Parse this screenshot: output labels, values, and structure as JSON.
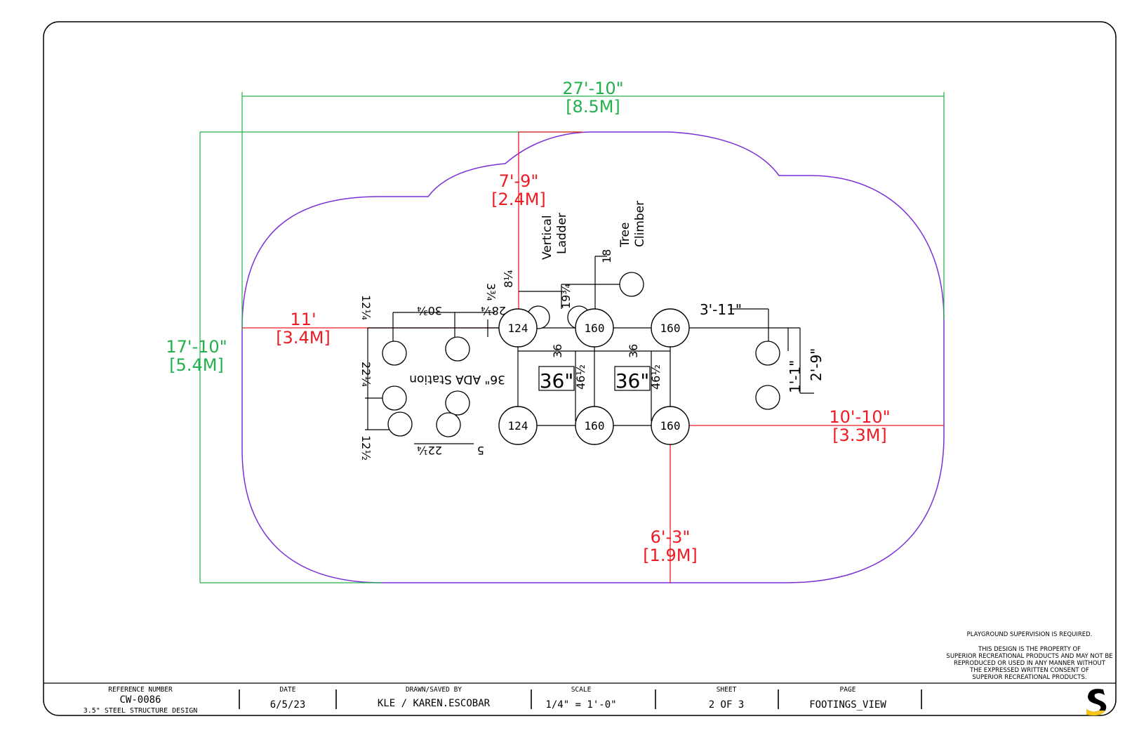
{
  "dimensions": {
    "overall_width": {
      "imperial": "27'-10\"",
      "metric": "[8.5M]"
    },
    "overall_depth": {
      "imperial": "17'-10\"",
      "metric": "[5.4M]"
    },
    "top_clearance": {
      "imperial": "7'-9\"",
      "metric": "[2.4M]"
    },
    "left_clearance": {
      "imperial": "11'",
      "metric": "[3.4M]"
    },
    "right_clearance": {
      "imperial": "10'-10\"",
      "metric": "[3.3M]"
    },
    "bottom_clearance": {
      "imperial": "6'-3\"",
      "metric": "[1.9M]"
    }
  },
  "footings": {
    "top_row": [
      "124",
      "160",
      "160"
    ],
    "bottom_row": [
      "124",
      "160",
      "160"
    ]
  },
  "deck_heights": [
    "36\"",
    "36\""
  ],
  "small_dims": {
    "d_12_25_top": "12¼",
    "d_22_25": "22¼",
    "d_12_5": "12½",
    "d_30_75": "30¾",
    "d_3_75": "3¾",
    "d_28_25": "28¼",
    "d_8_25": "8¼",
    "d_19_75": "19¾",
    "d_18": "18",
    "d_36_a": "36",
    "d_36_b": "36",
    "d_46_5_a": "46½",
    "d_46_5_b": "46½",
    "d_22_25_bottom": "22¼",
    "d_5": "5",
    "d_3_11": "3'-11\"",
    "d_1_1": "1'-1\"",
    "d_2_9": "2'-9\""
  },
  "labels": {
    "vertical_ladder_1": "Vertical",
    "vertical_ladder_2": "Ladder",
    "tree_climber_1": "Tree",
    "tree_climber_2": "Climber",
    "ada_station": "36\" ADA Station"
  },
  "notes": {
    "supervision": "PLAYGROUND SUPERVISION IS REQUIRED.",
    "property_lines": [
      "THIS DESIGN IS THE PROPERTY OF",
      "SUPERIOR RECREATIONAL PRODUCTS AND MAY NOT BE",
      "REPRODUCED OR USED IN ANY MANNER WITHOUT",
      "THE EXPRESSED WRITTEN CONSENT OF",
      "SUPERIOR RECREATIONAL PRODUCTS."
    ]
  },
  "title_block": {
    "reference_label": "REFERENCE NUMBER",
    "reference_value": "CW-0086",
    "reference_sub": "3.5\" STEEL STRUCTURE DESIGN",
    "date_label": "DATE",
    "date_value": "6/5/23",
    "drawn_label": "DRAWN/SAVED BY",
    "drawn_value": "KLE / KAREN.ESCOBAR",
    "scale_label": "SCALE",
    "scale_value": "1/4\" = 1'-0\"",
    "sheet_label": "SHEET",
    "sheet_value": "2  OF    3",
    "page_label": "PAGE",
    "page_value": "FOOTINGS_VIEW",
    "logo": "S"
  },
  "colors": {
    "green": "#22b14c",
    "red": "#ed1c24",
    "purple": "#7b2fd8",
    "black": "#000000"
  }
}
